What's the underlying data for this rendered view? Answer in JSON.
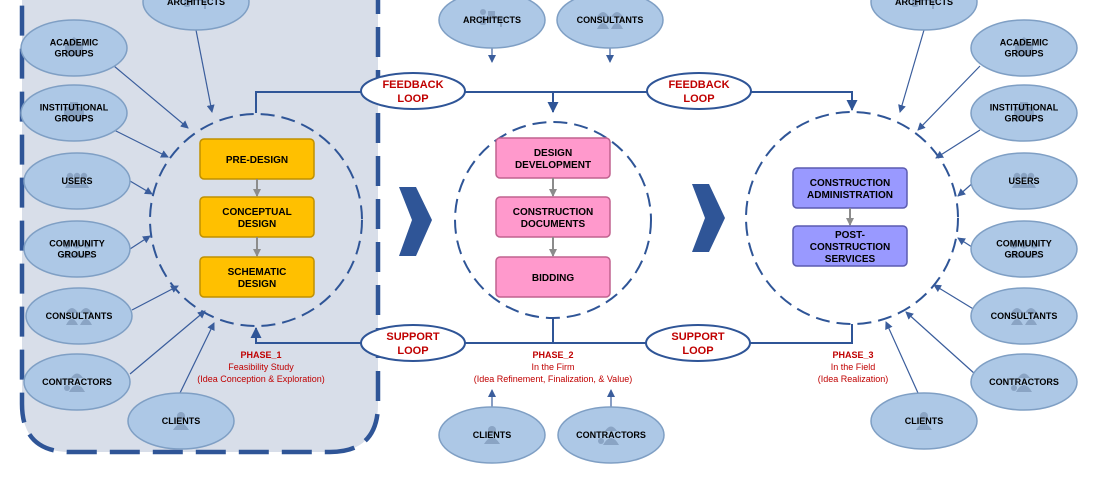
{
  "colors": {
    "panel": "#d8dee9",
    "navy": "#2f5597",
    "ellipse_fill": "#adc8e6",
    "ellipse_stroke": "#7f9fc4",
    "yellow": "#ffc000",
    "pink": "#ff99cc",
    "violet": "#9999ff",
    "red_text": "#c00000"
  },
  "loops": {
    "feedback_left": [
      "FEEDBACK",
      "LOOP"
    ],
    "feedback_right": [
      "FEEDBACK",
      "LOOP"
    ],
    "support_left": [
      "SUPPORT",
      "LOOP"
    ],
    "support_right": [
      "SUPPORT",
      "LOOP"
    ]
  },
  "phase1": {
    "stages": [
      [
        "PRE-DESIGN"
      ],
      [
        "CONCEPTUAL",
        "DESIGN"
      ],
      [
        "SCHEMATIC",
        "DESIGN"
      ]
    ],
    "caption": [
      "PHASE_1",
      "Feasibility Study",
      "(Idea Conception & Exploration)"
    ],
    "stakeholders": [
      {
        "id": "architects",
        "icon": "desk-icon",
        "label": [
          "ARCHITECTS"
        ]
      },
      {
        "id": "academic",
        "icon": "school-icon",
        "label": [
          "ACADEMIC",
          "GROUPS"
        ]
      },
      {
        "id": "institutional",
        "icon": "building-icon",
        "label": [
          "INSTITUTIONAL",
          "GROUPS"
        ]
      },
      {
        "id": "users",
        "icon": "users-icon",
        "label": [
          "USERS"
        ]
      },
      {
        "id": "community",
        "icon": "group-icon",
        "label": [
          "COMMUNITY",
          "GROUPS"
        ]
      },
      {
        "id": "consultants",
        "icon": "hardhat-icon",
        "label": [
          "CONSULTANTS"
        ]
      },
      {
        "id": "contractors",
        "icon": "worker-icon",
        "label": [
          "CONTRACTORS"
        ]
      },
      {
        "id": "clients",
        "icon": "person-icon",
        "label": [
          "CLIENTS"
        ]
      }
    ]
  },
  "phase2": {
    "stages": [
      [
        "DESIGN",
        "DEVELOPMENT"
      ],
      [
        "CONSTRUCTION",
        "DOCUMENTS"
      ],
      [
        "BIDDING"
      ]
    ],
    "caption": [
      "PHASE_2",
      "In the Firm",
      "(Idea Refinement, Finalization, & Value)"
    ],
    "stakeholders": [
      {
        "id": "architects",
        "icon": "desk-icon",
        "label": [
          "ARCHITECTS"
        ]
      },
      {
        "id": "consultants",
        "icon": "hardhat-icon",
        "label": [
          "CONSULTANTS"
        ]
      },
      {
        "id": "clients",
        "icon": "person-icon",
        "label": [
          "CLIENTS"
        ]
      },
      {
        "id": "contractors",
        "icon": "worker-icon",
        "label": [
          "CONTRACTORS"
        ]
      }
    ]
  },
  "phase3": {
    "stages": [
      [
        "CONSTRUCTION",
        "ADMINISTRATION"
      ],
      [
        "POST-",
        "CONSTRUCTION",
        "SERVICES"
      ]
    ],
    "caption": [
      "PHASE_3",
      "In the Field",
      "(Idea Realization)"
    ],
    "stakeholders": [
      {
        "id": "architects",
        "icon": "desk-icon",
        "label": [
          "ARCHITECTS"
        ]
      },
      {
        "id": "academic",
        "icon": "school-icon",
        "label": [
          "ACADEMIC",
          "GROUPS"
        ]
      },
      {
        "id": "institutional",
        "icon": "building-icon",
        "label": [
          "INSTITUTIONAL",
          "GROUPS"
        ]
      },
      {
        "id": "users",
        "icon": "users-icon",
        "label": [
          "USERS"
        ]
      },
      {
        "id": "community",
        "icon": "group-icon",
        "label": [
          "COMMUNITY",
          "GROUPS"
        ]
      },
      {
        "id": "consultants",
        "icon": "hardhat-icon",
        "label": [
          "CONSULTANTS"
        ]
      },
      {
        "id": "contractors",
        "icon": "worker-icon",
        "label": [
          "CONTRACTORS"
        ]
      },
      {
        "id": "clients",
        "icon": "person-icon",
        "label": [
          "CLIENTS"
        ]
      }
    ]
  }
}
